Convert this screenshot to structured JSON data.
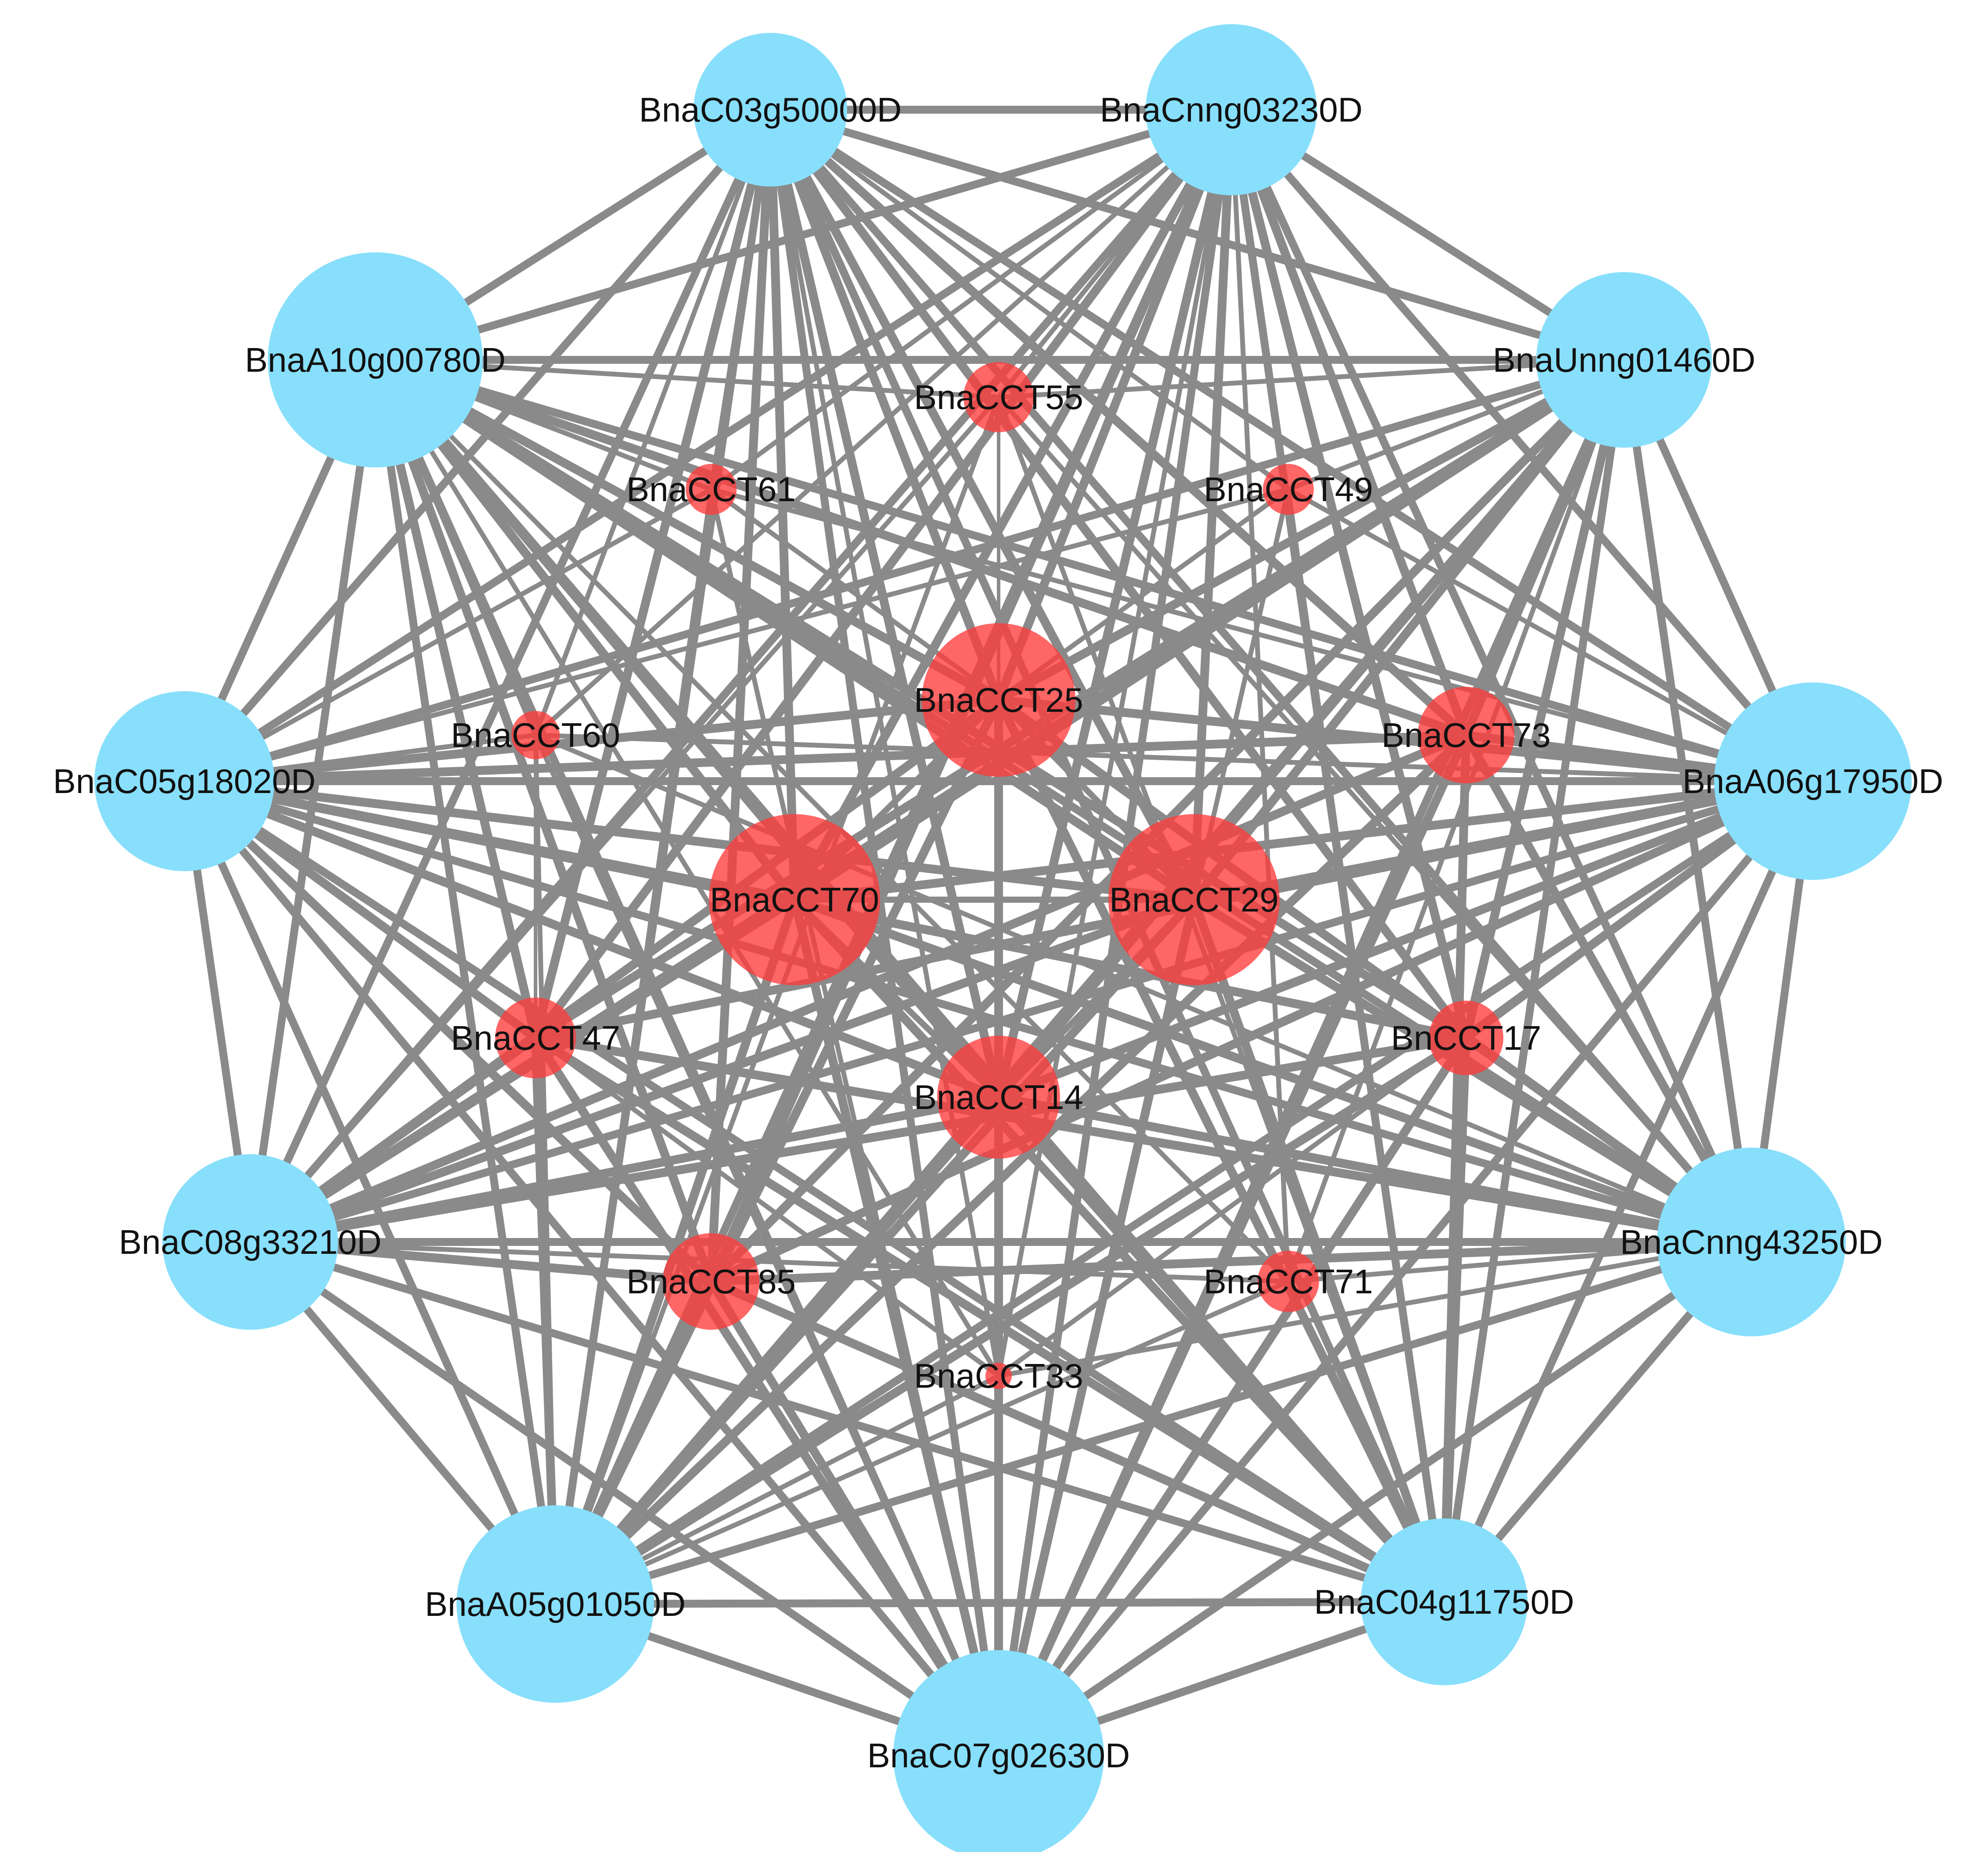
{
  "colors": {
    "edge": "#8a8a8a",
    "hub_node": "#87dffc",
    "cct_node": "#ff3b3b",
    "label": "#111111"
  },
  "nodes": [
    {
      "id": "BnaC03g50000D",
      "label": "BnaC03g50000D",
      "group": "hub"
    },
    {
      "id": "BnaCnng03230D",
      "label": "BnaCnng03230D",
      "group": "hub"
    },
    {
      "id": "BnaUnng01460D",
      "label": "BnaUnng01460D",
      "group": "hub"
    },
    {
      "id": "BnaA06g17950D",
      "label": "BnaA06g17950D",
      "group": "hub"
    },
    {
      "id": "BnaCnng43250D",
      "label": "BnaCnng43250D",
      "group": "hub"
    },
    {
      "id": "BnaC04g11750D",
      "label": "BnaC04g11750D",
      "group": "hub"
    },
    {
      "id": "BnaC07g02630D",
      "label": "BnaC07g02630D",
      "group": "hub"
    },
    {
      "id": "BnaA05g01050D",
      "label": "BnaA05g01050D",
      "group": "hub"
    },
    {
      "id": "BnaC08g33210D",
      "label": "BnaC08g33210D",
      "group": "hub"
    },
    {
      "id": "BnaC05g18020D",
      "label": "BnaC05g18020D",
      "group": "hub"
    },
    {
      "id": "BnaA10g00780D",
      "label": "BnaA10g00780D",
      "group": "hub"
    },
    {
      "id": "BnaCCT55",
      "label": "BnaCCT55",
      "group": "cct"
    },
    {
      "id": "BnaCCT61",
      "label": "BnaCCT61",
      "group": "cct"
    },
    {
      "id": "BnaCCT49",
      "label": "BnaCCT49",
      "group": "cct"
    },
    {
      "id": "BnaCCT25",
      "label": "BnaCCT25",
      "group": "cct"
    },
    {
      "id": "BnaCCT60",
      "label": "BnaCCT60",
      "group": "cct"
    },
    {
      "id": "BnaCCT73",
      "label": "BnaCCT73",
      "group": "cct"
    },
    {
      "id": "BnaCCT70",
      "label": "BnaCCT70",
      "group": "cct"
    },
    {
      "id": "BnaCCT29",
      "label": "BnaCCT29",
      "group": "cct"
    },
    {
      "id": "BnaCCT47",
      "label": "BnaCCT47",
      "group": "cct"
    },
    {
      "id": "BnCCT17",
      "label": "BnCCT17",
      "group": "cct"
    },
    {
      "id": "BnaCCT14",
      "label": "BnaCCT14",
      "group": "cct"
    },
    {
      "id": "BnaCCT85",
      "label": "BnaCCT85",
      "group": "cct"
    },
    {
      "id": "BnaCCT71",
      "label": "BnaCCT71",
      "group": "cct"
    },
    {
      "id": "BnaCCT33",
      "label": "BnaCCT33",
      "group": "cct"
    }
  ]
}
